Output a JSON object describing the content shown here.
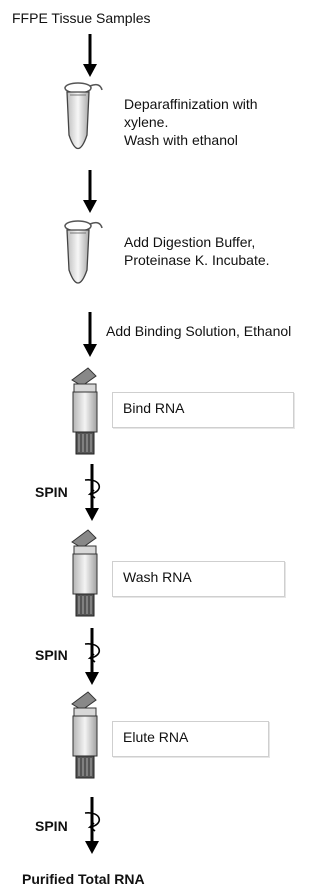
{
  "title": "FFPE Tissue Samples",
  "steps": {
    "deparaffinization": {
      "line1": "Deparaffinization with",
      "line2": "xylene.",
      "line3": "Wash with ethanol"
    },
    "digestion": {
      "line1": "Add Digestion Buffer,",
      "line2": "Proteinase K.  Incubate."
    },
    "binding_solution": "Add Binding Solution, Ethanol",
    "bind": "Bind RNA",
    "wash": "Wash RNA",
    "elute": "Elute RNA"
  },
  "spin_label": "SPIN",
  "result": "Purified Total RNA",
  "colors": {
    "arrow": "#000000",
    "box_border": "#cfcfcf",
    "tube_fill": "#e8e8e8"
  }
}
